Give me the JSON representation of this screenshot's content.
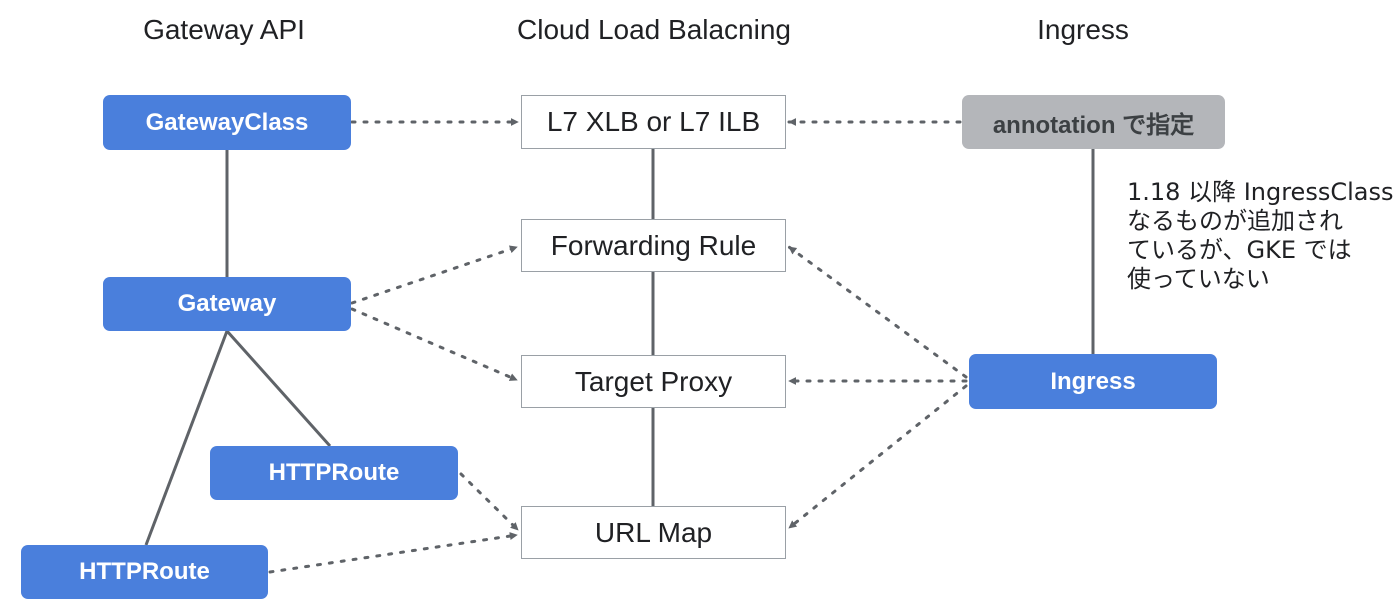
{
  "headers": {
    "gateway_api": "Gateway API",
    "cloud_lb": "Cloud Load Balacning",
    "ingress": "Ingress"
  },
  "gateway_nodes": {
    "gateway_class": "GatewayClass",
    "gateway": "Gateway",
    "httproute_a": "HTTPRoute",
    "httproute_b": "HTTPRoute"
  },
  "lb_nodes": {
    "l7": "L7 XLB or L7 ILB",
    "forwarding_rule": "Forwarding Rule",
    "target_proxy": "Target Proxy",
    "url_map": "URL Map"
  },
  "ingress_nodes": {
    "annotation": "annotation で指定",
    "ingress": "Ingress"
  },
  "note": {
    "lines": [
      "1.18 以降 IngressClass",
      "なるものが追加され",
      "ているが、GKE では",
      "使っていない"
    ]
  },
  "colors": {
    "blue_node": "#4a7fdc",
    "gray_node": "#b4b6ba",
    "solid_edge": "#5f6368",
    "dotted_edge": "#5f6368",
    "white_border": "#9aa0a6"
  }
}
